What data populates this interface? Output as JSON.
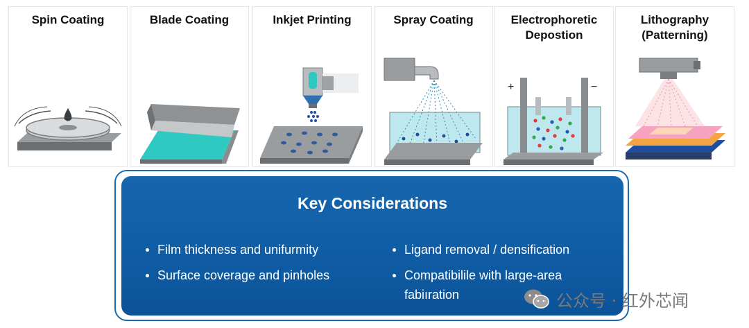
{
  "panels": [
    {
      "id": "spin",
      "title": "Spin Coating"
    },
    {
      "id": "blade",
      "title": "Blade Coating"
    },
    {
      "id": "inkjet",
      "title": "Inkjet Printing"
    },
    {
      "id": "spray",
      "title": "Spray Coating"
    },
    {
      "id": "electro",
      "title": "Electrophoretic\nDepostion",
      "plus": "+",
      "minus": "−"
    },
    {
      "id": "litho",
      "title": "Lithography\n(Patterning)"
    }
  ],
  "key_considerations": {
    "title": "Key Considerations",
    "left": [
      "Film thickness and unifurmity",
      "Surface coverage and pinholes"
    ],
    "right": [
      "Ligand removal / densification",
      "Compatibilile with large-area fabiıration"
    ]
  },
  "watermark": {
    "text": "公众号 · 红外芯闻",
    "icon": "wechat-icon"
  },
  "colors": {
    "accent_blue": "#1766ad",
    "teal_film": "#2ec9c0",
    "orange_layer": "#f4a443",
    "navy_layer": "#1f4f9c"
  }
}
